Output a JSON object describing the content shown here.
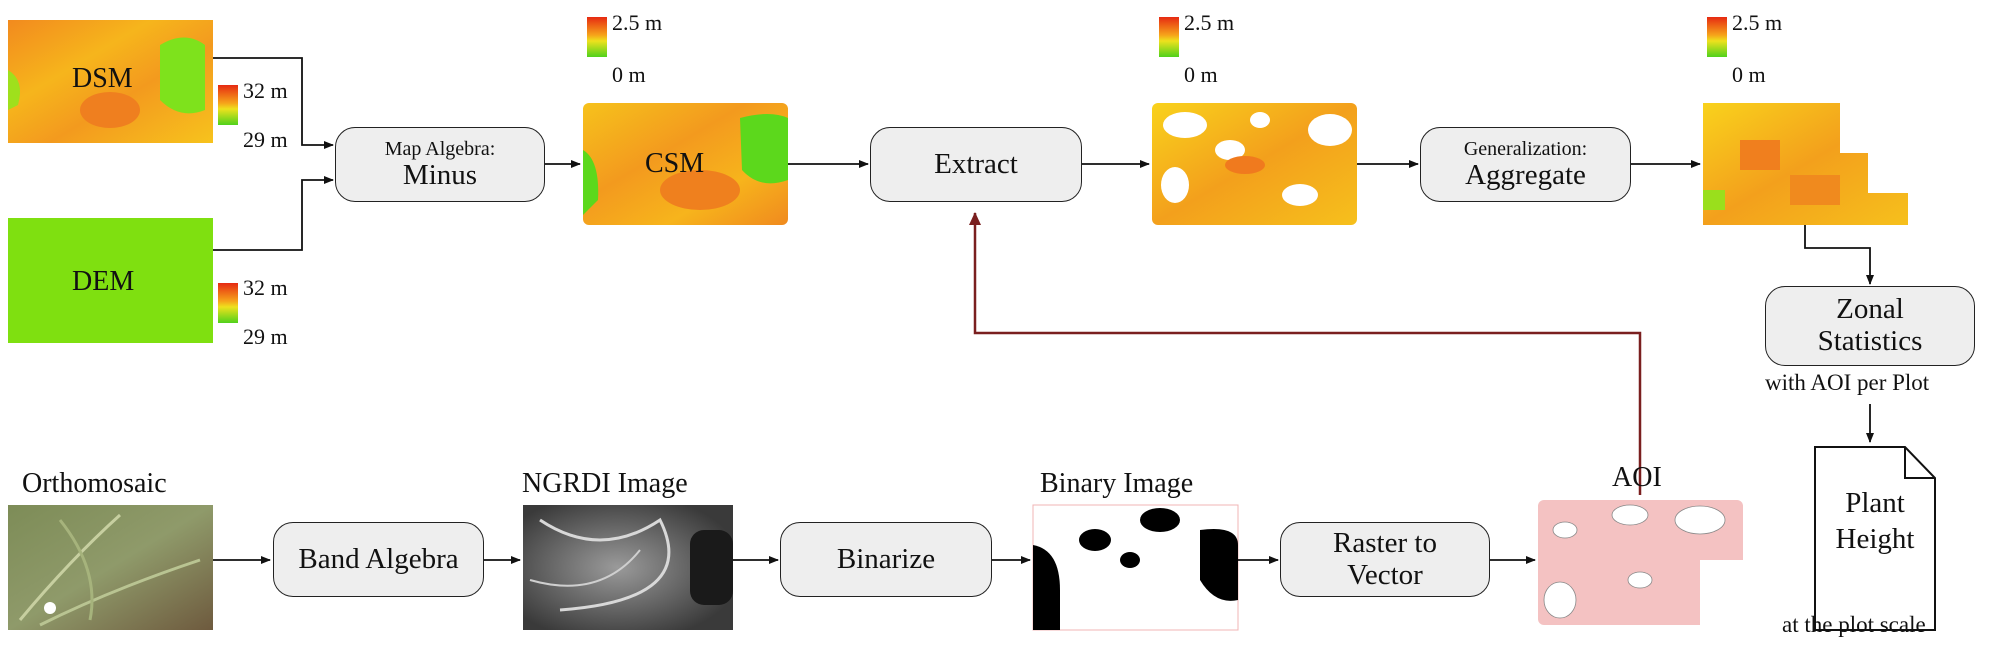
{
  "inputs": {
    "dsm": {
      "label": "DSM",
      "legend_max": "32 m",
      "legend_min": "29 m"
    },
    "dem": {
      "label": "DEM",
      "legend_max": "32 m",
      "legend_min": "29 m"
    },
    "csm": {
      "label": "CSM",
      "legend_max": "2.5 m",
      "legend_min": "0 m"
    },
    "extract_result": {
      "legend_max": "2.5 m",
      "legend_min": "0 m"
    },
    "aggregate_result": {
      "legend_max": "2.5 m",
      "legend_min": "0 m"
    }
  },
  "processes": {
    "minus": {
      "line1": "Map Algebra:",
      "line2": "Minus"
    },
    "extract": {
      "line1": "Extract"
    },
    "aggregate": {
      "line1": "Generalization:",
      "line2": "Aggregate"
    },
    "zonal": {
      "line1": "Zonal",
      "line2": "Statistics",
      "caption": "with AOI per Plot"
    },
    "band_algebra": {
      "line1": "Band Algebra"
    },
    "binarize": {
      "line1": "Binarize"
    },
    "raster_to_vector": {
      "line1": "Raster to",
      "line2": "Vector"
    }
  },
  "bottom_labels": {
    "orthomosaic": "Orthomosaic",
    "ngrdi": "NGRDI Image",
    "binary": "Binary Image",
    "aoi": "AOI"
  },
  "output": {
    "line1": "Plant",
    "line2": "Height",
    "caption": "at the plot scale"
  },
  "colors": {
    "arrow": "#111111",
    "feedback_arrow": "#7a1f1f",
    "box_fill": "#eeeeee",
    "ramp_high": "#e62a12",
    "ramp_low": "#50d21c",
    "aoi_fill": "#f4c2c2"
  }
}
